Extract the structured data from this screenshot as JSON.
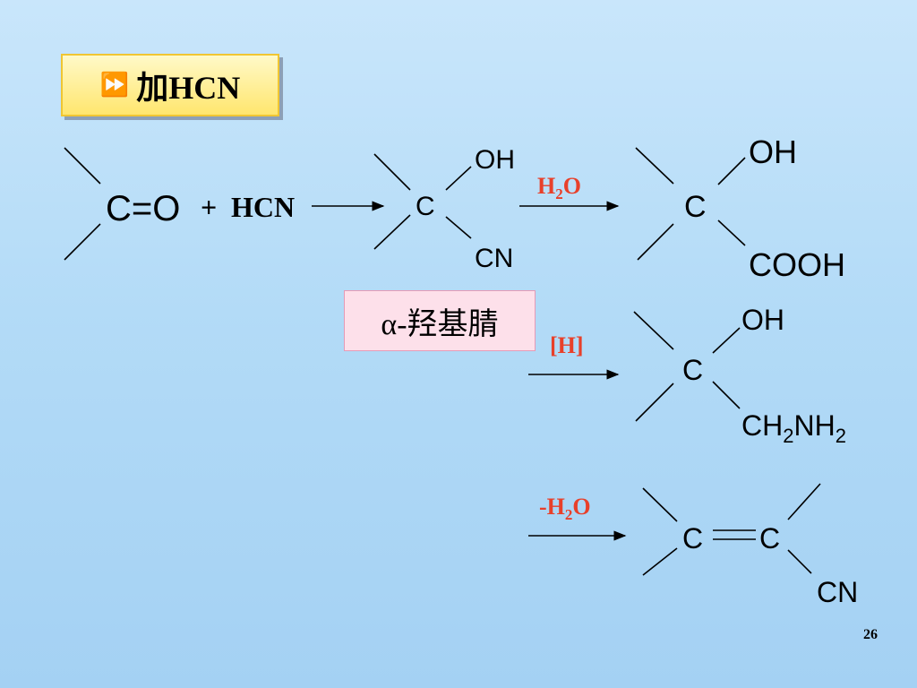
{
  "title": {
    "bullet": "⏩",
    "text": "加HCN"
  },
  "reaction": {
    "reactant": "C=O",
    "plus": "+",
    "reagent": "HCN"
  },
  "intermediate": {
    "c": "C",
    "oh": "OH",
    "cn": "CN"
  },
  "hydroxy_nitrile_label": "α-羟基腈",
  "hydrolysis": {
    "condition_h": "H",
    "condition_sub": "2",
    "condition_o": "O",
    "product": {
      "c": "C",
      "oh": "OH",
      "cooh": "COOH"
    }
  },
  "reduction": {
    "condition": "[H]",
    "product": {
      "c": "C",
      "oh": "OH",
      "ch": "CH",
      "sub1": "2",
      "nh": "NH",
      "sub2": "2"
    }
  },
  "dehydration": {
    "condition_minus_h": "-H",
    "condition_sub": "2",
    "condition_o": "O",
    "product": {
      "c1": "C",
      "c2": "C",
      "cn": "CN"
    }
  },
  "page_number": "26",
  "colors": {
    "condition": "#e8402a",
    "line": "#000000"
  }
}
